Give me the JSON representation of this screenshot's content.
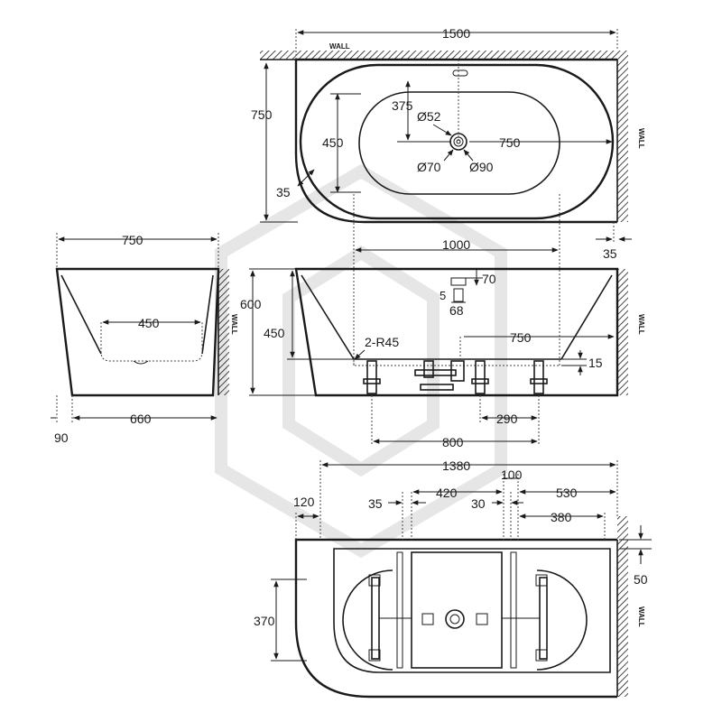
{
  "labels": {
    "wall_top": "WALL",
    "wall_right_top": "WALL",
    "wall_side_front": "WALL",
    "wall_side_right": "WALL",
    "wall_bottom_right": "WALL"
  },
  "top_view": {
    "overall_length": "1500",
    "overall_width": "750",
    "drain_offset": "375",
    "inner_width": "450",
    "rim": "35",
    "drain_to_end": "750",
    "drain_d1": "Ø52",
    "drain_d2": "Ø70",
    "drain_d3": "Ø90",
    "base_length": "1000",
    "end_rim": "35"
  },
  "end_view": {
    "width": "750",
    "base_width": "450",
    "base_length": "660",
    "offset": "90"
  },
  "front_view": {
    "height": "600",
    "inner_depth": "450",
    "radius": "2-R45",
    "waste_top": "70",
    "waste_gap": "5",
    "waste_width": "68",
    "drain_to_end": "750",
    "foot_height": "15",
    "foot_spacing_small": "290",
    "foot_spacing_large": "800"
  },
  "bottom_view": {
    "frame_length": "1380",
    "left_offset": "120",
    "rail_width": "35",
    "span_middle": "420",
    "gap_small": "30",
    "gap_mid": "100",
    "right_span": "530",
    "right_inner": "380",
    "wall_gap": "50",
    "height": "370"
  },
  "colors": {
    "line": "#1a1a1a",
    "watermark": "#e6e6e6"
  }
}
